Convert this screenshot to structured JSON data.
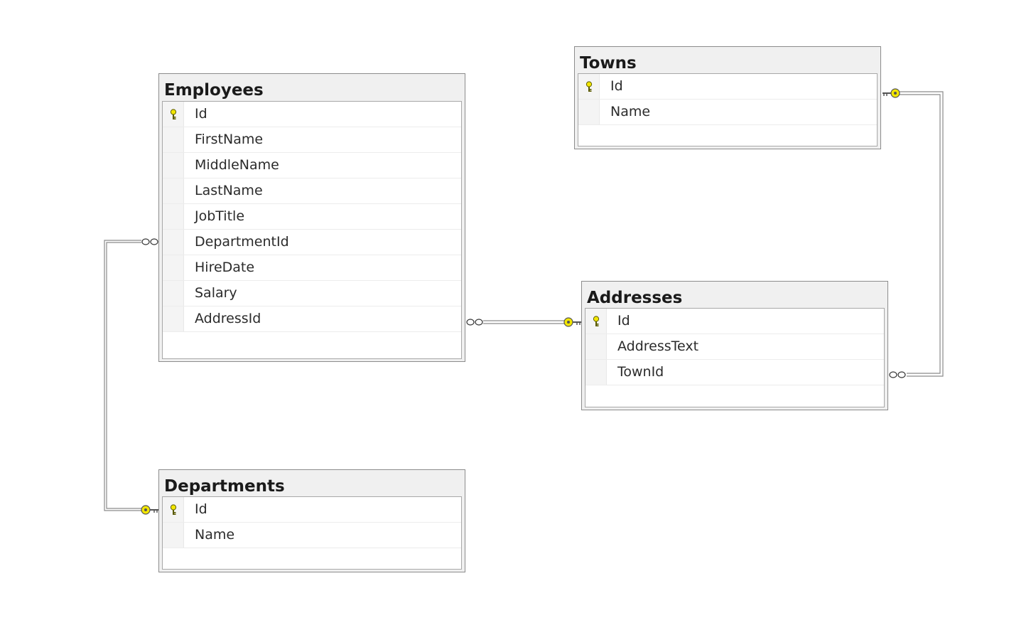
{
  "tables": [
    {
      "id": "employees",
      "name": "Employees",
      "columns": [
        {
          "name": "Id",
          "pk": true
        },
        {
          "name": "FirstName"
        },
        {
          "name": "MiddleName"
        },
        {
          "name": "LastName"
        },
        {
          "name": "JobTitle"
        },
        {
          "name": "DepartmentId"
        },
        {
          "name": "HireDate"
        },
        {
          "name": "Salary"
        },
        {
          "name": "AddressId"
        }
      ]
    },
    {
      "id": "towns",
      "name": "Towns",
      "columns": [
        {
          "name": "Id",
          "pk": true
        },
        {
          "name": "Name"
        }
      ]
    },
    {
      "id": "addresses",
      "name": "Addresses",
      "columns": [
        {
          "name": "Id",
          "pk": true
        },
        {
          "name": "AddressText"
        },
        {
          "name": "TownId"
        }
      ]
    },
    {
      "id": "departments",
      "name": "Departments",
      "columns": [
        {
          "name": "Id",
          "pk": true
        },
        {
          "name": "Name"
        }
      ]
    }
  ],
  "relationships": [
    {
      "from_table": "employees",
      "from_column": "DepartmentId",
      "to_table": "departments",
      "to_column": "Id",
      "many_end": "employees",
      "one_end": "departments"
    },
    {
      "from_table": "employees",
      "from_column": "AddressId",
      "to_table": "addresses",
      "to_column": "Id",
      "many_end": "employees",
      "one_end": "addresses"
    },
    {
      "from_table": "addresses",
      "from_column": "TownId",
      "to_table": "towns",
      "to_column": "Id",
      "many_end": "addresses",
      "one_end": "towns"
    }
  ],
  "colors": {
    "key_yellow": "#f2e600",
    "line": "#8a8a8a",
    "header_bg": "#f0f0f0"
  }
}
